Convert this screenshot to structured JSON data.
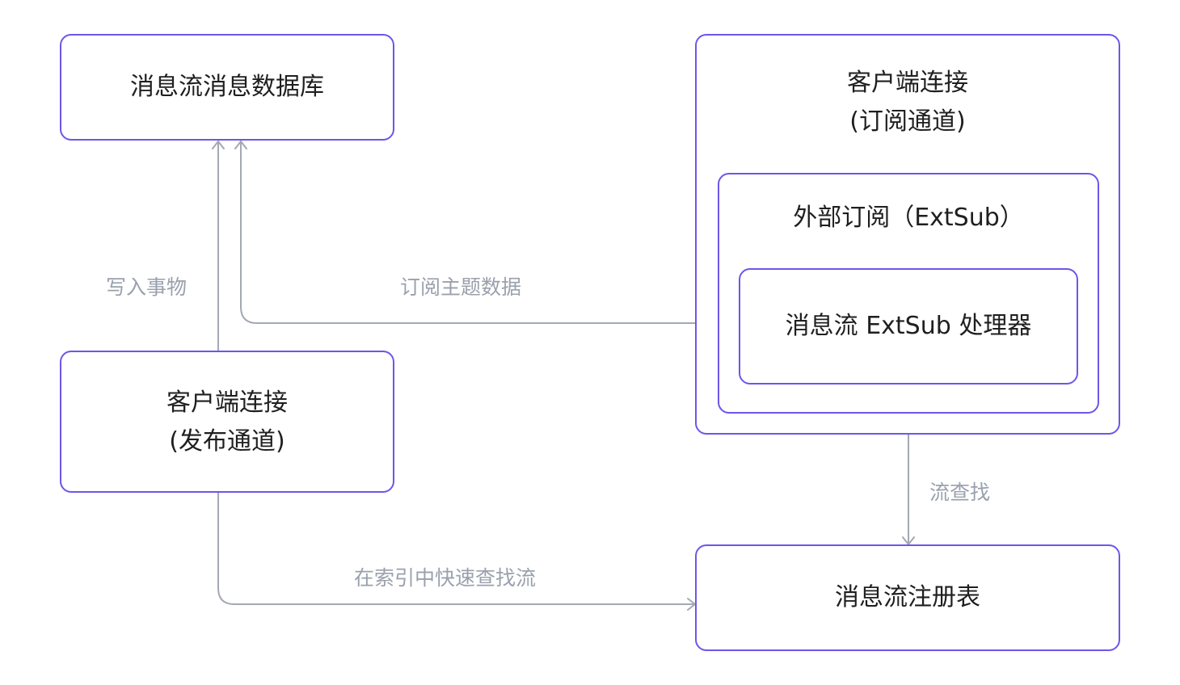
{
  "nodes": {
    "message_db": {
      "label": "消息流消息数据库"
    },
    "client_publish": {
      "line1": "客户端连接",
      "line2": "(发布通道)"
    },
    "client_subscribe": {
      "line1": "客户端连接",
      "line2": "(订阅通道)"
    },
    "extsub": {
      "label": "外部订阅（ExtSub）"
    },
    "extsub_handler": {
      "label": "消息流 ExtSub 处理器"
    },
    "registry": {
      "label": "消息流注册表"
    }
  },
  "edges": {
    "write_transaction": "写入事物",
    "subscribe_topic_data": "订阅主题数据",
    "stream_lookup": "流查找",
    "fast_index_lookup": "在索引中快速查找流"
  },
  "colors": {
    "node_border": "#6e56e8",
    "edge_stroke": "#a3a8b3",
    "edge_label": "#9aa1ad",
    "text": "#1f1f1f"
  }
}
